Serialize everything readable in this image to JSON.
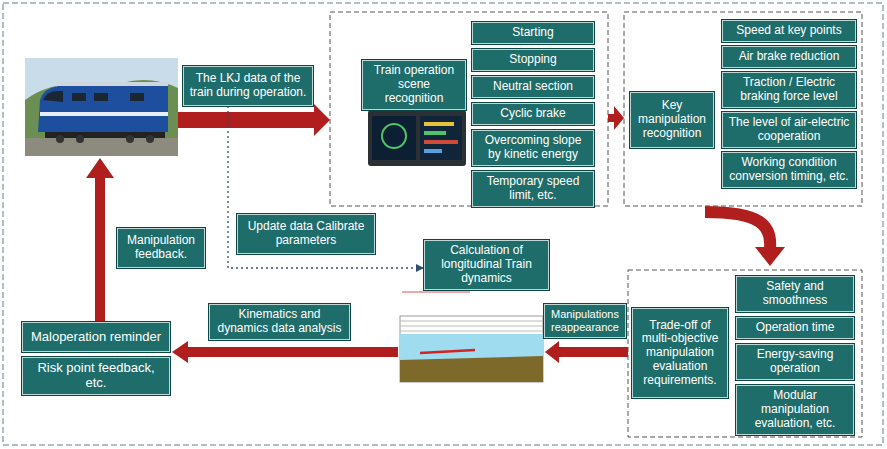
{
  "diagram": {
    "nodes": [
      {
        "text": [
          "The LKJ data of the train during operation."
        ]
      },
      {
        "text": [
          "Train operation scene recognition"
        ]
      },
      {
        "text": [
          "Starting"
        ]
      },
      {
        "text": [
          "Stopping"
        ]
      },
      {
        "text": [
          "Neutral section"
        ]
      },
      {
        "text": [
          "Cyclic brake"
        ]
      },
      {
        "text": [
          "Overcoming slope by kinetic energy"
        ]
      },
      {
        "text": [
          "Temporary speed limit, etc."
        ]
      },
      {
        "text": [
          "Key manipulation recognition"
        ]
      },
      {
        "text": [
          "Speed at key points"
        ]
      },
      {
        "text": [
          "Air brake reduction"
        ]
      },
      {
        "text": [
          "Traction / Electric braking force level"
        ]
      },
      {
        "text": [
          "The level of air-electric cooperation"
        ]
      },
      {
        "text": [
          "Working condition conversion timing, etc."
        ]
      },
      {
        "text": [
          "Update data Calibrate parameters"
        ]
      },
      {
        "text": [
          "Calculation of longitudinal Train dynamics"
        ]
      },
      {
        "text": [
          "Manipulation feedback."
        ]
      },
      {
        "text": [
          "Trade-off of multi-objective manipulation evaluation requirements."
        ]
      },
      {
        "text": [
          "Safety and smoothness"
        ]
      },
      {
        "text": [
          "Operation time"
        ]
      },
      {
        "text": [
          "Energy-saving operation"
        ]
      },
      {
        "text": [
          "Modular manipulation evaluation, etc."
        ]
      },
      {
        "text": [
          "Manipulations reappearance"
        ]
      },
      {
        "text": [
          "Kinematics and dynamics data analysis"
        ]
      },
      {
        "text": [
          "Maloperation reminder"
        ]
      },
      {
        "text": [
          "Risk point feedback, etc."
        ]
      }
    ],
    "edges": [
      {
        "from": 0,
        "to": 15,
        "arrow": "to"
      }
    ]
  }
}
